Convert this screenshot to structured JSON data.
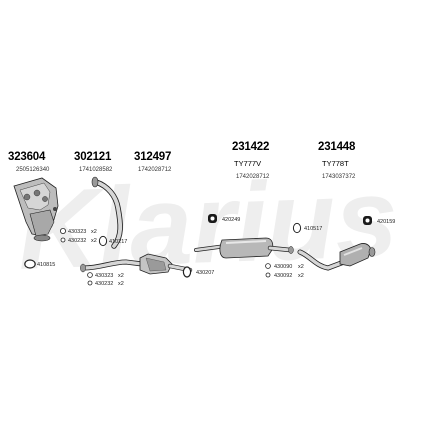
{
  "watermark": "Klarius",
  "colors": {
    "watermark": "#eeeeee",
    "metal_light": "#d6d6d6",
    "metal_mid": "#a8a8a8",
    "metal_dark": "#555555",
    "rubber": "#1a1a1a",
    "line": "#222222"
  },
  "top_parts": [
    {
      "part_no": "323604",
      "ref": "2505126340"
    },
    {
      "part_no": "302121",
      "ref": "1741028582"
    },
    {
      "part_no": "312497",
      "ref": "1742028712"
    },
    {
      "part_no": "231422",
      "code": "TY777V",
      "ref": "1742028712"
    },
    {
      "part_no": "231448",
      "code": "TY778T",
      "ref": "1743037372"
    }
  ],
  "fittings": [
    {
      "id": "430323",
      "qty": "x2"
    },
    {
      "id": "430232",
      "qty": "x2"
    },
    {
      "id": "410217"
    },
    {
      "id": "410815"
    },
    {
      "id": "430323",
      "qty": "x2"
    },
    {
      "id": "430232",
      "qty": "x2"
    },
    {
      "id": "430207"
    },
    {
      "id": "420249"
    },
    {
      "id": "410517"
    },
    {
      "id": "430090",
      "qty": "x2"
    },
    {
      "id": "430092",
      "qty": "x2"
    },
    {
      "id": "420159"
    }
  ]
}
